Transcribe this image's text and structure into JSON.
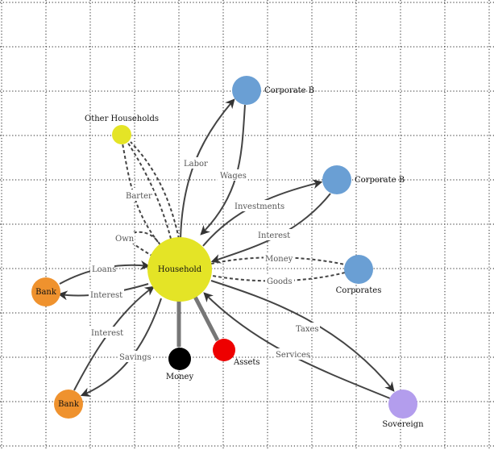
{
  "colors": {
    "household": "#e4e426",
    "other_households": "#e4e426",
    "corporate": "#6a9fd4",
    "bank": "#ef922e",
    "money": "#000000",
    "assets": "#ee0000",
    "sovereign": "#b39ded"
  },
  "nodes": {
    "household": "Household",
    "other_households": "Other Households",
    "corporate_b1": "Corporate B",
    "corporate_b2": "Corporate B",
    "corporates": "Corporates",
    "bank1": "Bank",
    "bank2": "Bank",
    "money": "Money",
    "assets": "Assets",
    "sovereign": "Sovereign"
  },
  "edges": {
    "labor": "Labor",
    "wages": "Wages",
    "barter": "Barter",
    "own": "Own",
    "investments": "Investments",
    "interest_corp": "Interest",
    "money_flow": "Money",
    "goods": "Goods",
    "loans": "Loans",
    "interest_bank1": "Interest",
    "interest_bank2": "Interest",
    "savings": "Savings",
    "taxes": "Taxes",
    "services": "Services"
  }
}
